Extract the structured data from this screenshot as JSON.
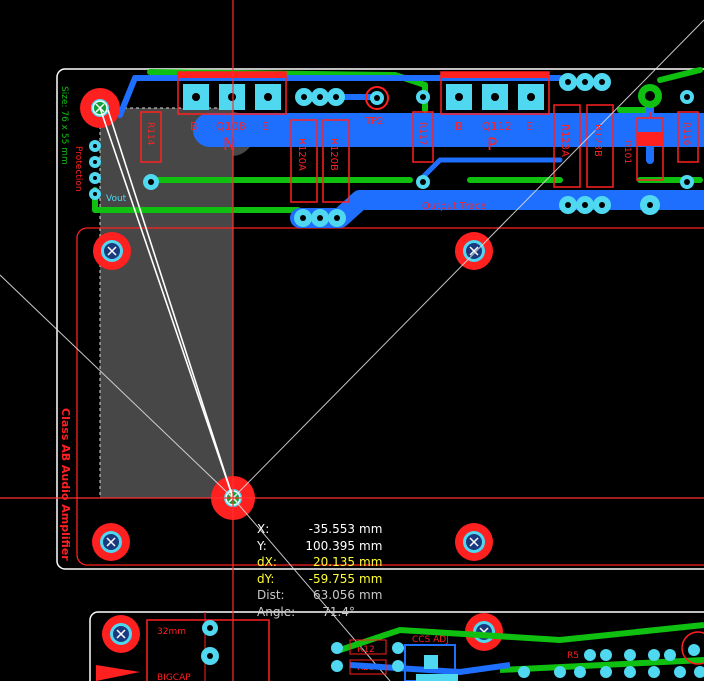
{
  "board": {
    "labels": {
      "q1_pin_b": "B",
      "q1_ref": "Q108",
      "q1_pin_e": "E",
      "q1_polarity": "N",
      "q2_pin_b": "B",
      "q2_ref": "Q112",
      "q2_pin_e": "E",
      "q2_polarity": "P",
      "tp2": "TP2",
      "r114": "R114",
      "r117": "R117",
      "r120a": "R120A",
      "r120b": "R120B",
      "r123a": "R123A",
      "r123b": "R123B",
      "d101": "D101",
      "r116": "R116",
      "output_trace": "Output Trace",
      "side_size": "Size: 76 x 55 mm",
      "protection": "Protection",
      "vout": "Vout",
      "class_ab": "Class AB Audio Amplifier",
      "bigcap": "BIGCAP",
      "dim_32mm": "32mm",
      "r12": "R12",
      "r23": "R23",
      "ccs_adj": "CCS ADJ",
      "r5": "R5"
    },
    "colors": {
      "background": "#000000",
      "top_copper": "#1f6fff",
      "bottom_copper": "#10c010",
      "silkscreen": "#ff2020",
      "pad": "#4fd8f0",
      "keepout": "#464646",
      "crosshair": "#ff3030"
    }
  },
  "readout": {
    "x": {
      "label": "X:",
      "value": "-35.553",
      "unit": "mm"
    },
    "y": {
      "label": "Y:",
      "value": "100.395",
      "unit": "mm"
    },
    "dx": {
      "label": "dX:",
      "value": "20.135",
      "unit": "mm"
    },
    "dy": {
      "label": "dY:",
      "value": "-59.755",
      "unit": "mm"
    },
    "dist": {
      "label": "Dist:",
      "value": "63.056",
      "unit": "mm"
    },
    "angle": {
      "label": "Angle:",
      "value": "71.4°",
      "unit": ""
    }
  }
}
